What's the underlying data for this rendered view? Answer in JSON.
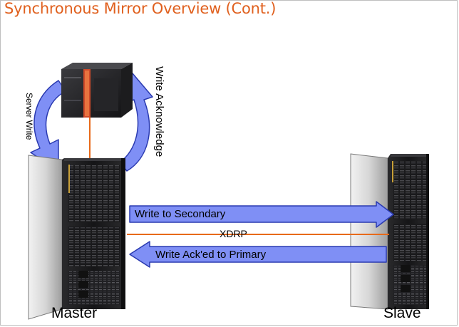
{
  "title": "Synchronous Mirror Overview (Cont.)",
  "colors": {
    "title": "#e0601e",
    "arrow_fill": "#7f8ff5",
    "arrow_stroke": "#2a3ab0",
    "link_line": "#e86a1a",
    "rack_dark": "#1b1b1d",
    "door_gray": "#d3d3d3"
  },
  "labels": {
    "server_write": "Server Write",
    "write_acknowledge": "Write Acknowledge",
    "write_to_secondary": "Write to Secondary",
    "xdrp": "XDRP",
    "write_acked_to_primary": "Write Ack'ed to Primary",
    "master": "Master",
    "slave": "Slave"
  },
  "icons": [
    "server-icon",
    "master-storage-rack-icon",
    "slave-storage-rack-icon",
    "curved-arrow-icon",
    "block-arrow-icon"
  ]
}
